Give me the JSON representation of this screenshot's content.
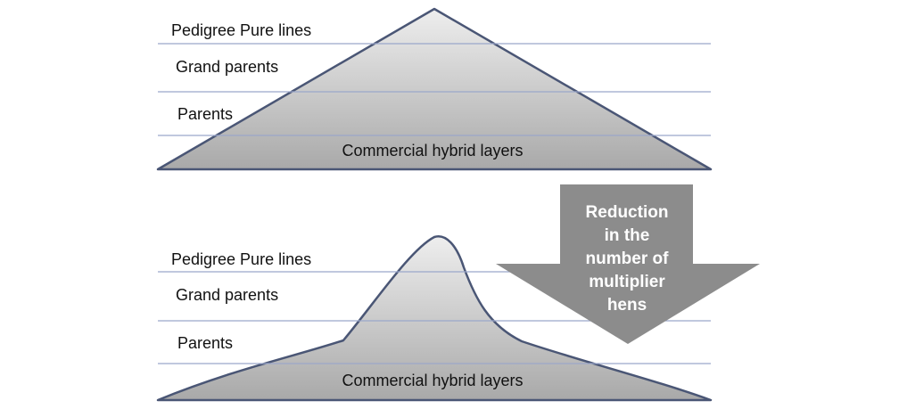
{
  "colors": {
    "level_line": "#9aa6c9",
    "shape_stroke": "#4a5675",
    "shape_fill_top": "#eeeeee",
    "shape_fill_bottom": "#a8a8a8",
    "arrow_fill": "#8c8c8c",
    "text": "#111111"
  },
  "top_pyramid": {
    "level_1": "Pedigree Pure lines",
    "level_2": "Grand parents",
    "level_3": "Parents",
    "base": "Commercial hybrid layers"
  },
  "bottom_pyramid": {
    "level_1": "Pedigree Pure lines",
    "level_2": "Grand parents",
    "level_3": "Parents",
    "base": "Commercial hybrid layers"
  },
  "arrow": {
    "lines": [
      "Reduction",
      "in the",
      "number of",
      "multiplier",
      "hens"
    ]
  }
}
